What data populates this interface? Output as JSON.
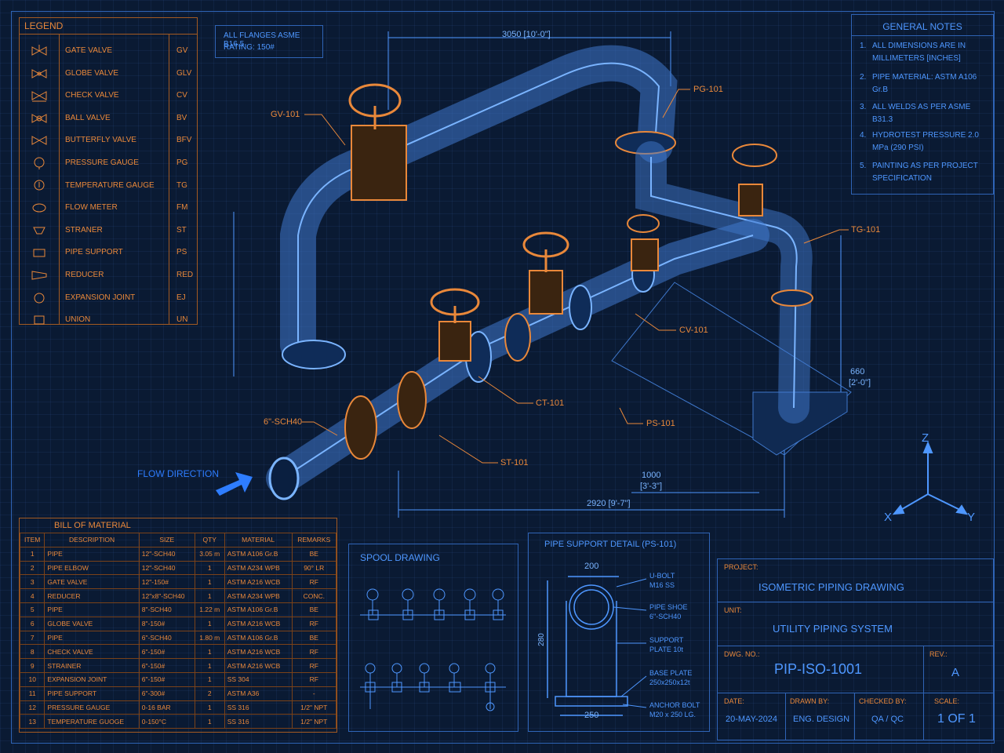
{
  "legend": {
    "title": "LEGEND",
    "items": [
      {
        "name": "GATE VALVE",
        "code": "GV",
        "icon": "gate-valve-icon"
      },
      {
        "name": "GLOBE VALVE",
        "code": "GLV",
        "icon": "globe-valve-icon"
      },
      {
        "name": "CHECK VALVE",
        "code": "CV",
        "icon": "check-valve-icon"
      },
      {
        "name": "BALL VALVE",
        "code": "BV",
        "icon": "ball-valve-icon"
      },
      {
        "name": "BUTTERFLY VALVE",
        "code": "BFV",
        "icon": "butterfly-valve-icon"
      },
      {
        "name": "PRESSURE GAUGE",
        "code": "PG",
        "icon": "pressure-gauge-icon"
      },
      {
        "name": "TEMPERATURE GAUGE",
        "code": "TG",
        "icon": "temperature-gauge-icon"
      },
      {
        "name": "FLOW METER",
        "code": "FM",
        "icon": "flow-meter-icon"
      },
      {
        "name": "STRANER",
        "code": "ST",
        "icon": "strainer-icon"
      },
      {
        "name": "PIPE SUPPORT",
        "code": "PS",
        "icon": "pipe-support-icon"
      },
      {
        "name": "REDUCER",
        "code": "RED",
        "icon": "reducer-icon"
      },
      {
        "name": "EXPANSION JOINT",
        "code": "EJ",
        "icon": "expansion-joint-icon"
      },
      {
        "name": "UNION",
        "code": "UN",
        "icon": "union-icon"
      }
    ]
  },
  "flange_note": {
    "line1": "ALL FLANGES ASME B16.5",
    "line2": "RATING: 150#"
  },
  "general_notes": {
    "title": "GENERAL NOTES",
    "items": [
      {
        "num": "1.",
        "text": "ALL DIMENSIONS ARE IN MILLIMETERS [INCHES]"
      },
      {
        "num": "2.",
        "text": "PIPE MATERIAL: ASTM A106 Gr.B"
      },
      {
        "num": "3.",
        "text": "ALL WELDS AS PER ASME B31.3"
      },
      {
        "num": "4.",
        "text": "HYDROTEST PRESSURE 2.0 MPa (290 PSI)"
      },
      {
        "num": "5.",
        "text": "PAINTING AS PER PROJECT SPECIFICATION"
      }
    ]
  },
  "callouts": {
    "gv": "GV-101",
    "pg": "PG-101",
    "tg": "TG-101",
    "cv": "CV-101",
    "ct": "CT-101",
    "ps": "PS-101",
    "st": "ST-101",
    "pipe": "6\"-SCH40"
  },
  "dimensions": {
    "top": "3050 [10'-0\"]",
    "bottom": "2920 [9'-7\"]",
    "mid": "1000",
    "mid2": "[3'-3\"]",
    "right": "660",
    "right2": "[2'-0\"]"
  },
  "flow_direction": "FLOW DIRECTION",
  "axes": {
    "z": "Z",
    "x": "X",
    "y": "Y"
  },
  "bom": {
    "title": "BILL OF MATERIAL",
    "headers": [
      "ITEM",
      "DESCRIPTION",
      "SIZE",
      "QTY",
      "MATERIAL",
      "REMARKS"
    ],
    "rows": [
      [
        "1",
        "PIPE",
        "12\"-SCH40",
        "3.05 m",
        "ASTM A106 Gr.B",
        "BE"
      ],
      [
        "2",
        "PIPE ELBOW",
        "12\"-SCH40",
        "1",
        "ASTM A234 WPB",
        "90° LR"
      ],
      [
        "3",
        "GATE VALVE",
        "12\"-150#",
        "1",
        "ASTM A216 WCB",
        "RF"
      ],
      [
        "4",
        "REDUCER",
        "12\"x8\"-SCH40",
        "1",
        "ASTM A234 WPB",
        "CONC."
      ],
      [
        "5",
        "PIPE",
        "8\"-SCH40",
        "1.22 m",
        "ASTM A106 Gr.B",
        "BE"
      ],
      [
        "6",
        "GLOBE VALVE",
        "8\"-150#",
        "1",
        "ASTM A216 WCB",
        "RF"
      ],
      [
        "7",
        "PIPE",
        "6\"-SCH40",
        "1.80 m",
        "ASTM A106 Gr.B",
        "BE"
      ],
      [
        "8",
        "CHECK VALVE",
        "6\"-150#",
        "1",
        "ASTM A216 WCB",
        "RF"
      ],
      [
        "9",
        "STRAINER",
        "6\"-150#",
        "1",
        "ASTM A216 WCB",
        "RF"
      ],
      [
        "10",
        "EXPANSION JOINT",
        "6\"-150#",
        "1",
        "SS 304",
        "RF"
      ],
      [
        "11",
        "PIPE SUPPORT",
        "6\"-300#",
        "2",
        "ASTM A36",
        "-"
      ],
      [
        "12",
        "PRESSURE GAUGE",
        "0-16 BAR",
        "1",
        "SS 316",
        "1/2\" NPT"
      ],
      [
        "13",
        "TEMPERATURE GUOGE",
        "0-150°C",
        "1",
        "SS 316",
        "1/2\" NPT"
      ]
    ]
  },
  "spool": {
    "title": "SPOOL DRAWING"
  },
  "support_detail": {
    "title": "PIPE SUPPORT DETAIL (PS-101)",
    "width_top": "200",
    "width_bottom": "250",
    "height": "280",
    "labels": [
      {
        "l1": "U-BOLT",
        "l2": "M16 SS"
      },
      {
        "l1": "PIPE SHOE",
        "l2": "6\"-SCH40"
      },
      {
        "l1": "SUPPORT",
        "l2": "PLATE 10t"
      },
      {
        "l1": "BASE PLATE",
        "l2": "250x250x12t"
      },
      {
        "l1": "ANCHOR BOLT",
        "l2": "M20 x 250 LG."
      }
    ]
  },
  "title_block": {
    "project_label": "PROJECT:",
    "project": "ISOMETRIC PIPING DRAWING",
    "unit_label": "UNIT:",
    "unit": "UTILITY PIPING SYSTEM",
    "dwg_label": "DWG. NO.:",
    "dwg": "PIP-ISO-1001",
    "rev_label": "REV.:",
    "rev": "A",
    "date_label": "DATE:",
    "date": "20-MAY-2024",
    "drawn_label": "DRAWN BY:",
    "drawn": "ENG. DESIGN",
    "checked_label": "CHECKED BY:",
    "checked": "QA / QC",
    "scale_label": "SCALE:",
    "scale": "1 OF 1"
  },
  "colors": {
    "background": "#0a1a33",
    "accent_orange": "#e9883a",
    "accent_blue": "#4e97ff"
  }
}
